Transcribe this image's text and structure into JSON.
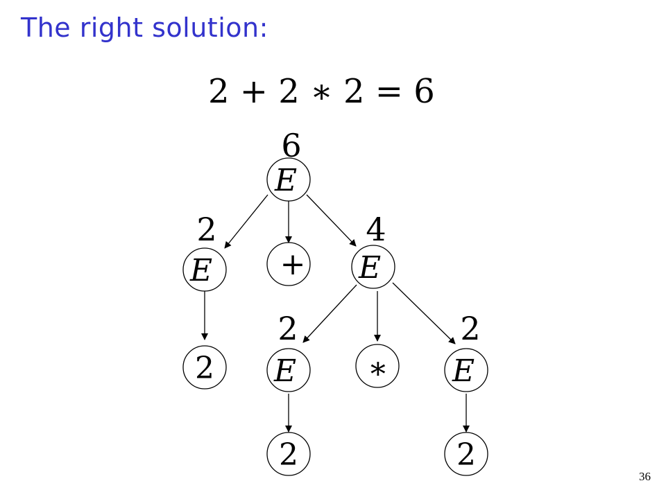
{
  "title": "The right solution:",
  "equation": "2 + 2 ∗ 2 = 6",
  "page_number": "36",
  "tree": {
    "root_value": "6",
    "root": "E",
    "level1": {
      "left_value": "2",
      "left": "E",
      "middle": "+",
      "right_value": "4",
      "right": "E"
    },
    "level2": {
      "left_leaf": "2",
      "mid_left_value": "2",
      "mid_left": "E",
      "mid": "∗",
      "right_value": "2",
      "right": "E"
    },
    "level3": {
      "left_leaf": "2",
      "right_leaf": "2"
    }
  }
}
